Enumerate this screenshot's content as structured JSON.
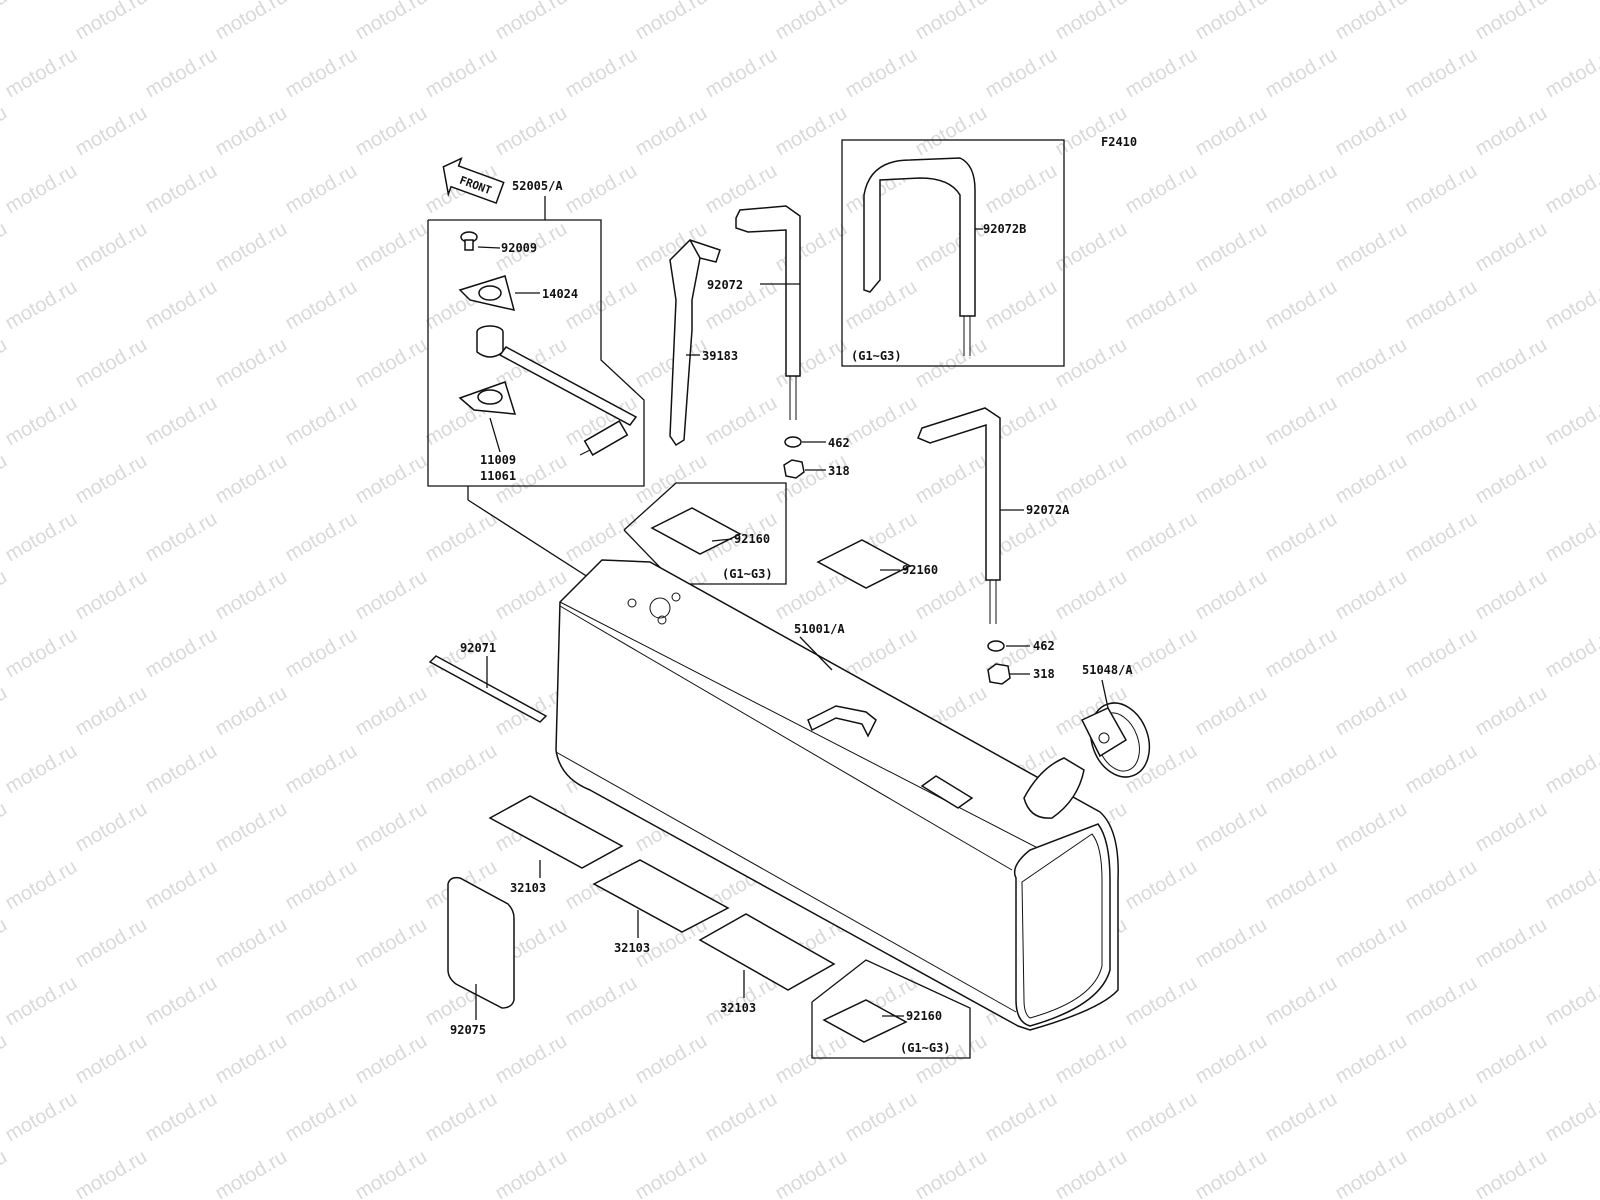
{
  "watermark": "motod.ru",
  "figure_code": "F2410",
  "front_arrow_text": "FRONT",
  "callouts": {
    "p52005A": "52005/A",
    "p92009": "92009",
    "p14024": "14024",
    "p11009": "11009",
    "p11061": "11061",
    "p92072": "92072",
    "p39183": "39183",
    "p92072B": "92072B",
    "p462a": "462",
    "p318a": "318",
    "p462b": "462",
    "p318b": "318",
    "p92072A": "92072A",
    "p92160a": "92160",
    "p92160b": "92160",
    "p92160c": "92160",
    "p51001A": "51001/A",
    "p51048A": "51048/A",
    "p92071": "92071",
    "p32103a": "32103",
    "p32103b": "32103",
    "p32103c": "32103",
    "p92075": "92075",
    "g1g3a": "(G1~G3)",
    "g1g3b": "(G1~G3)",
    "g1g3c": "(G1~G3)"
  }
}
